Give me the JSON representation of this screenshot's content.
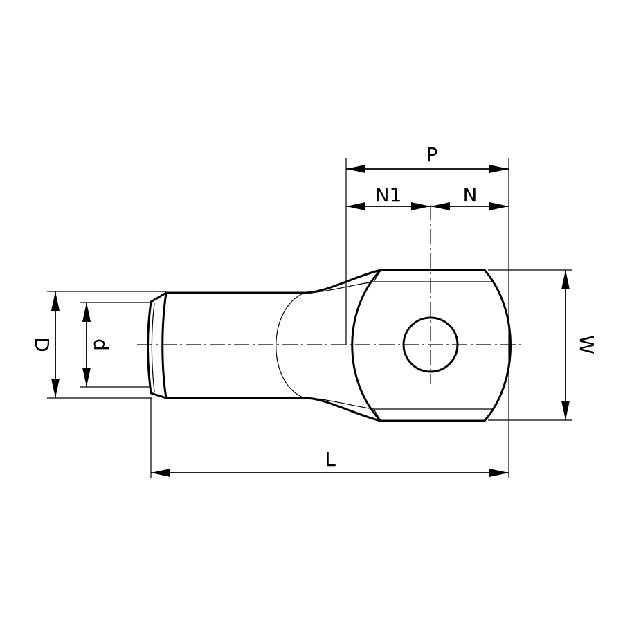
{
  "dimensions": {
    "P": "P",
    "N1": "N1",
    "N": "N",
    "W": "W",
    "D": "D",
    "d": "d",
    "L": "L"
  }
}
